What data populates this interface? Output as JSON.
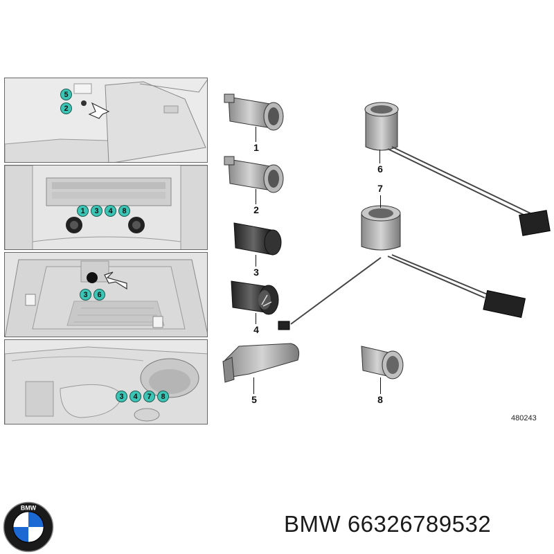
{
  "panels": [
    {
      "callouts": [
        "5",
        "2"
      ]
    },
    {
      "callouts": [
        "1",
        "3",
        "4",
        "8"
      ]
    },
    {
      "callouts": [
        "3",
        "6"
      ]
    },
    {
      "callouts": [
        "3",
        "4",
        "7",
        "8"
      ]
    }
  ],
  "parts": [
    "1",
    "2",
    "3",
    "4",
    "5",
    "6",
    "7",
    "8"
  ],
  "diagram_ref": "480243",
  "brand_logo": {
    "name": "bmw-logo",
    "text": "BMW",
    "colors": [
      "#1c69d4",
      "#ffffff",
      "#000000"
    ]
  },
  "footer": {
    "text": "BMW 66326789532"
  },
  "colors": {
    "callout_fill": "#3cc4b4",
    "callout_border": "#1a5a52"
  }
}
